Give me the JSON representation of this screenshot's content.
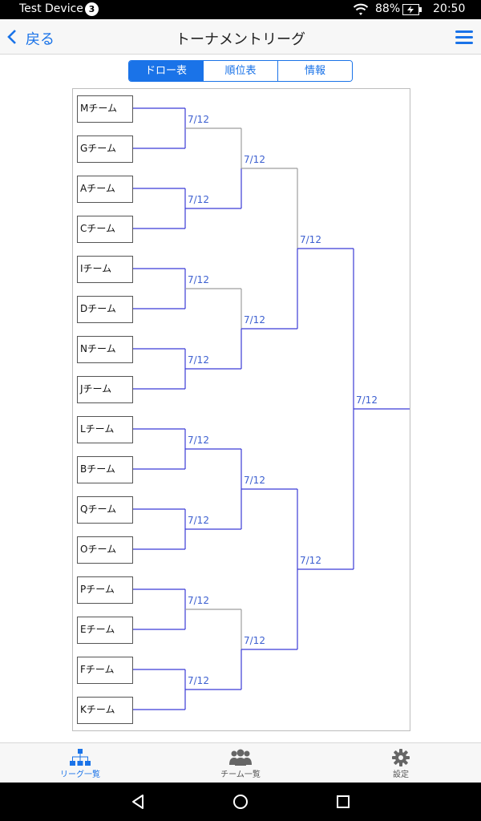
{
  "status_bar": {
    "device_name": "Test Device",
    "notification_count": "3",
    "battery_percent": "88%",
    "time": "20:50"
  },
  "nav": {
    "back_label": "戻る",
    "title": "トーナメントリーグ"
  },
  "segments": [
    {
      "label": "ドロー表",
      "active": true
    },
    {
      "label": "順位表",
      "active": false
    },
    {
      "label": "情報",
      "active": false
    }
  ],
  "bracket": {
    "teams": [
      "Mチーム",
      "Gチーム",
      "Aチーム",
      "Cチーム",
      "Iチーム",
      "Dチーム",
      "Nチーム",
      "Jチーム",
      "Lチーム",
      "Bチーム",
      "Qチーム",
      "Oチーム",
      "Pチーム",
      "Eチーム",
      "Fチーム",
      "Kチーム"
    ],
    "round1_dates": [
      "7/12",
      "7/12",
      "7/12",
      "7/12",
      "7/12",
      "7/12",
      "7/12",
      "7/12"
    ],
    "round2_dates": [
      "7/12",
      "7/12",
      "7/12",
      "7/12"
    ],
    "round3_dates": [
      "7/12",
      "7/12"
    ],
    "final_date": "7/12"
  },
  "tab_bar": {
    "items": [
      {
        "label": "リーグ一覧",
        "icon": "hierarchy-icon",
        "active": true
      },
      {
        "label": "チーム一覧",
        "icon": "group-icon",
        "active": false
      },
      {
        "label": "設定",
        "icon": "gear-icon",
        "active": false
      }
    ]
  },
  "colors": {
    "accent": "#1a73e8",
    "bracket_line": "#3b3bd6",
    "bracket_line_muted": "#9e9e9e",
    "date_text": "#3c5fd0"
  }
}
